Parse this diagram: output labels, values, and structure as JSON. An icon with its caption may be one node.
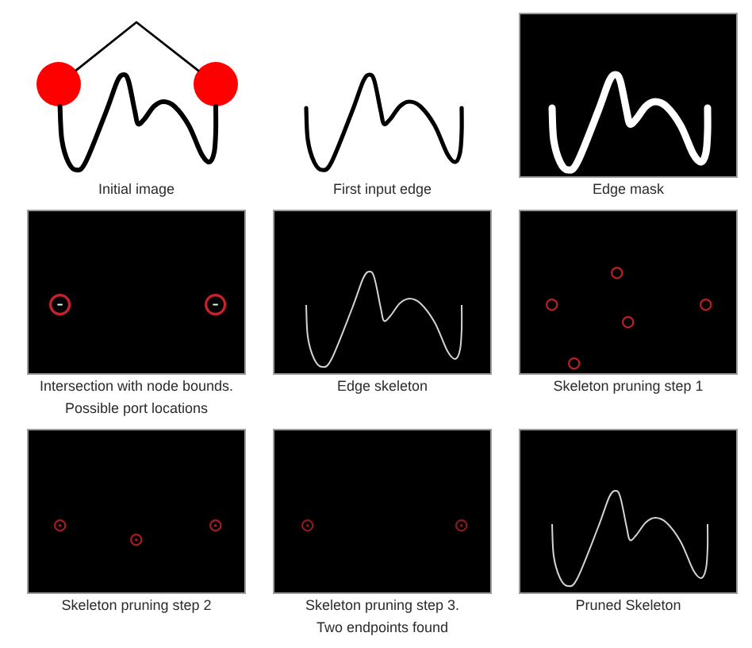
{
  "diagram": {
    "nodes": [
      {
        "text": [],
        "shape": "picture",
        "beside": [
          "Initial image"
        ]
      },
      {
        "text": [],
        "shape": "circle",
        "in": 0
      },
      {
        "text": [],
        "shape": "circle",
        "in": 0
      },
      {
        "text": [],
        "shape": "picture",
        "beside": [
          "First input edge"
        ]
      },
      {
        "text": [],
        "shape": "picture",
        "beside": [
          "Edge mask"
        ]
      },
      {
        "text": [],
        "shape": "picture",
        "beside": [
          "Intersection with node bounds. Possible port locations"
        ]
      },
      {
        "text": [],
        "shape": "picture",
        "beside": [
          "Edge skeleton"
        ]
      },
      {
        "text": [],
        "shape": "picture",
        "beside": [
          "Skeleton pruning step 1"
        ]
      },
      {
        "text": [],
        "shape": "picture",
        "beside": [
          "Skeleton pruning step 2"
        ]
      },
      {
        "text": [],
        "shape": "picture",
        "beside": [
          "Skeleton pruning step 3. Two endpoints found"
        ]
      },
      {
        "text": [],
        "shape": "picture",
        "beside": [
          "Pruned Skeleton"
        ]
      }
    ],
    "edges": [
      {
        "from": 1,
        "to": 2,
        "arrow": "none"
      },
      {
        "from": 1,
        "to": 2,
        "arrow": "none",
        "style": "thick"
      }
    ]
  }
}
